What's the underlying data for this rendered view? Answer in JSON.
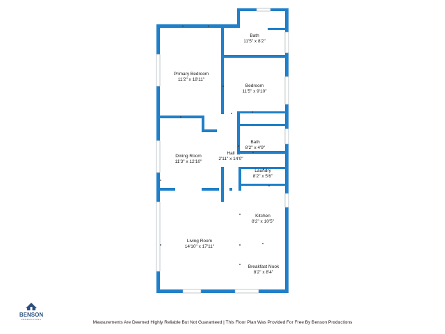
{
  "floor_plan": {
    "rooms": [
      {
        "id": "bath-1",
        "name": "Bath",
        "dimensions": "11'5\" x 8'2\""
      },
      {
        "id": "primary-bedroom",
        "name": "Primary Bedroom",
        "dimensions": "11'2\" x 18'11\""
      },
      {
        "id": "bedroom",
        "name": "Bedroom",
        "dimensions": "11'5\" x 9'10\""
      },
      {
        "id": "bath-2",
        "name": "Bath",
        "dimensions": "8'2\" x 4'9\""
      },
      {
        "id": "dining-room",
        "name": "Dining Room",
        "dimensions": "11'3\" x 12'10\""
      },
      {
        "id": "hall",
        "name": "Hall",
        "dimensions": "2'11\" x 14'0\""
      },
      {
        "id": "laundry",
        "name": "Laundry",
        "dimensions": "8'2\" x 5'6\""
      },
      {
        "id": "kitchen",
        "name": "Kitchen",
        "dimensions": "8'2\" x 10'5\""
      },
      {
        "id": "living-room",
        "name": "Living Room",
        "dimensions": "14'10\" x 17'11\""
      },
      {
        "id": "breakfast-nook",
        "name": "Breakfast Nook",
        "dimensions": "8'2\" x 8'4\""
      }
    ],
    "wall_color": "#1f7fc8"
  },
  "logo": {
    "name": "BENSON",
    "sub": "PRODUCTIONS"
  },
  "footer": {
    "text": "Measurements Are Deemed Highly Reliable But Not Guaranteed | This Floor Plan Was Provided For Free By Benson Productions"
  }
}
